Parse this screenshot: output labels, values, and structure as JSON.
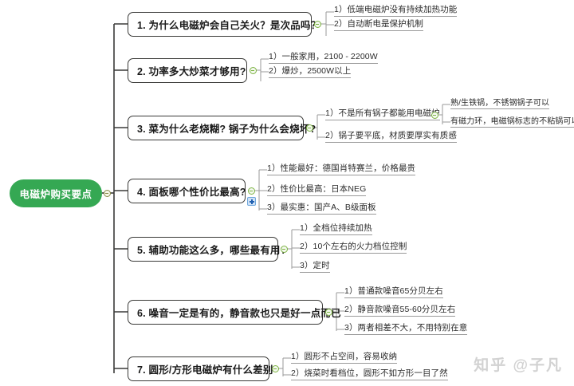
{
  "app": {
    "type": "mindmap",
    "background": "#ffffff",
    "root_color": "#35a853",
    "node_border_color": "#3a3a38",
    "leaf_underline_color": "#9a9a9a",
    "toggle_color": "#7cb342",
    "plus_color": "#1f5fb0"
  },
  "root": {
    "label": "电磁炉购买要点"
  },
  "branches": [
    {
      "label": "1. 为什么电磁炉会自己关火？是次品吗？",
      "children": [
        {
          "index": "1）",
          "text": "低端电磁炉没有持续加热功能"
        },
        {
          "index": "2）",
          "text": "自动断电是保护机制"
        }
      ]
    },
    {
      "label": "2. 功率多大炒菜才够用?",
      "children": [
        {
          "index": "1）",
          "text": "一般家用，2100 - 2200W"
        },
        {
          "index": "2）",
          "text": "爆炒，2500W以上"
        }
      ]
    },
    {
      "label": "3. 菜为什么老烧糊? 锅子为什么会烧坏?",
      "children": [
        {
          "index": "1）",
          "text": "不是所有锅子都能用电磁炉",
          "children": [
            {
              "index": "",
              "text": "熟/生铁锅，不锈钢锅子可以"
            },
            {
              "index": "",
              "text": "有磁力环，电磁锅标志的不粘锅可以"
            }
          ]
        },
        {
          "index": "2）",
          "text": "锅子要平底，材质要厚实有质感"
        }
      ]
    },
    {
      "label": "4. 面板哪个性价比最高?",
      "children": [
        {
          "index": "1）",
          "text": "性能最好：德国肖特赛兰，价格最贵"
        },
        {
          "index": "2）",
          "text": "性价比最高：日本NEG"
        },
        {
          "index": "3）",
          "text": "最实惠：国产A、B级面板"
        }
      ]
    },
    {
      "label": "5. 辅助功能这么多，哪些最有用?",
      "children": [
        {
          "index": "1）",
          "text": "全档位持续加热"
        },
        {
          "index": "2）",
          "text": "10个左右的火力档位控制"
        },
        {
          "index": "3）",
          "text": "定时"
        }
      ]
    },
    {
      "label": "6. 噪音一定是有的，静音款也只是好一点而已",
      "children": [
        {
          "index": "1）",
          "text": "普通款噪音65分贝左右"
        },
        {
          "index": "2）",
          "text": "静音款噪音55-60分贝左右"
        },
        {
          "index": "3）",
          "text": "两者相差不大，不用特别在意"
        }
      ]
    },
    {
      "label": "7. 圆形/方形电磁炉有什么差别",
      "children": [
        {
          "index": "1）",
          "text": "圆形不占空间，容易收纳"
        },
        {
          "index": "2）",
          "text": "烧菜时看档位，圆形不如方形一目了然"
        }
      ]
    }
  ],
  "watermark": {
    "text": "知乎 @子凡"
  }
}
